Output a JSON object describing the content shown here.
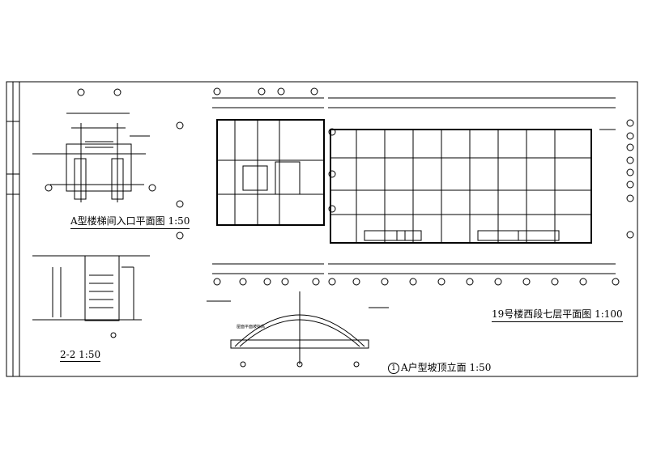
{
  "drawing": {
    "titles": {
      "entry_plan": "A型楼梯间入口平面图 1:50",
      "section": "2-2 1:50",
      "floor_plan": "19号楼西段七层平面图 1:100",
      "roof_elevation_num": "1",
      "roof_elevation": "A户型坡顶立面 1:50"
    },
    "colors": {
      "ink": "#000000",
      "paper": "#ffffff"
    },
    "legend_labels": {
      "dim_note": "屋面平面坡标高"
    }
  }
}
